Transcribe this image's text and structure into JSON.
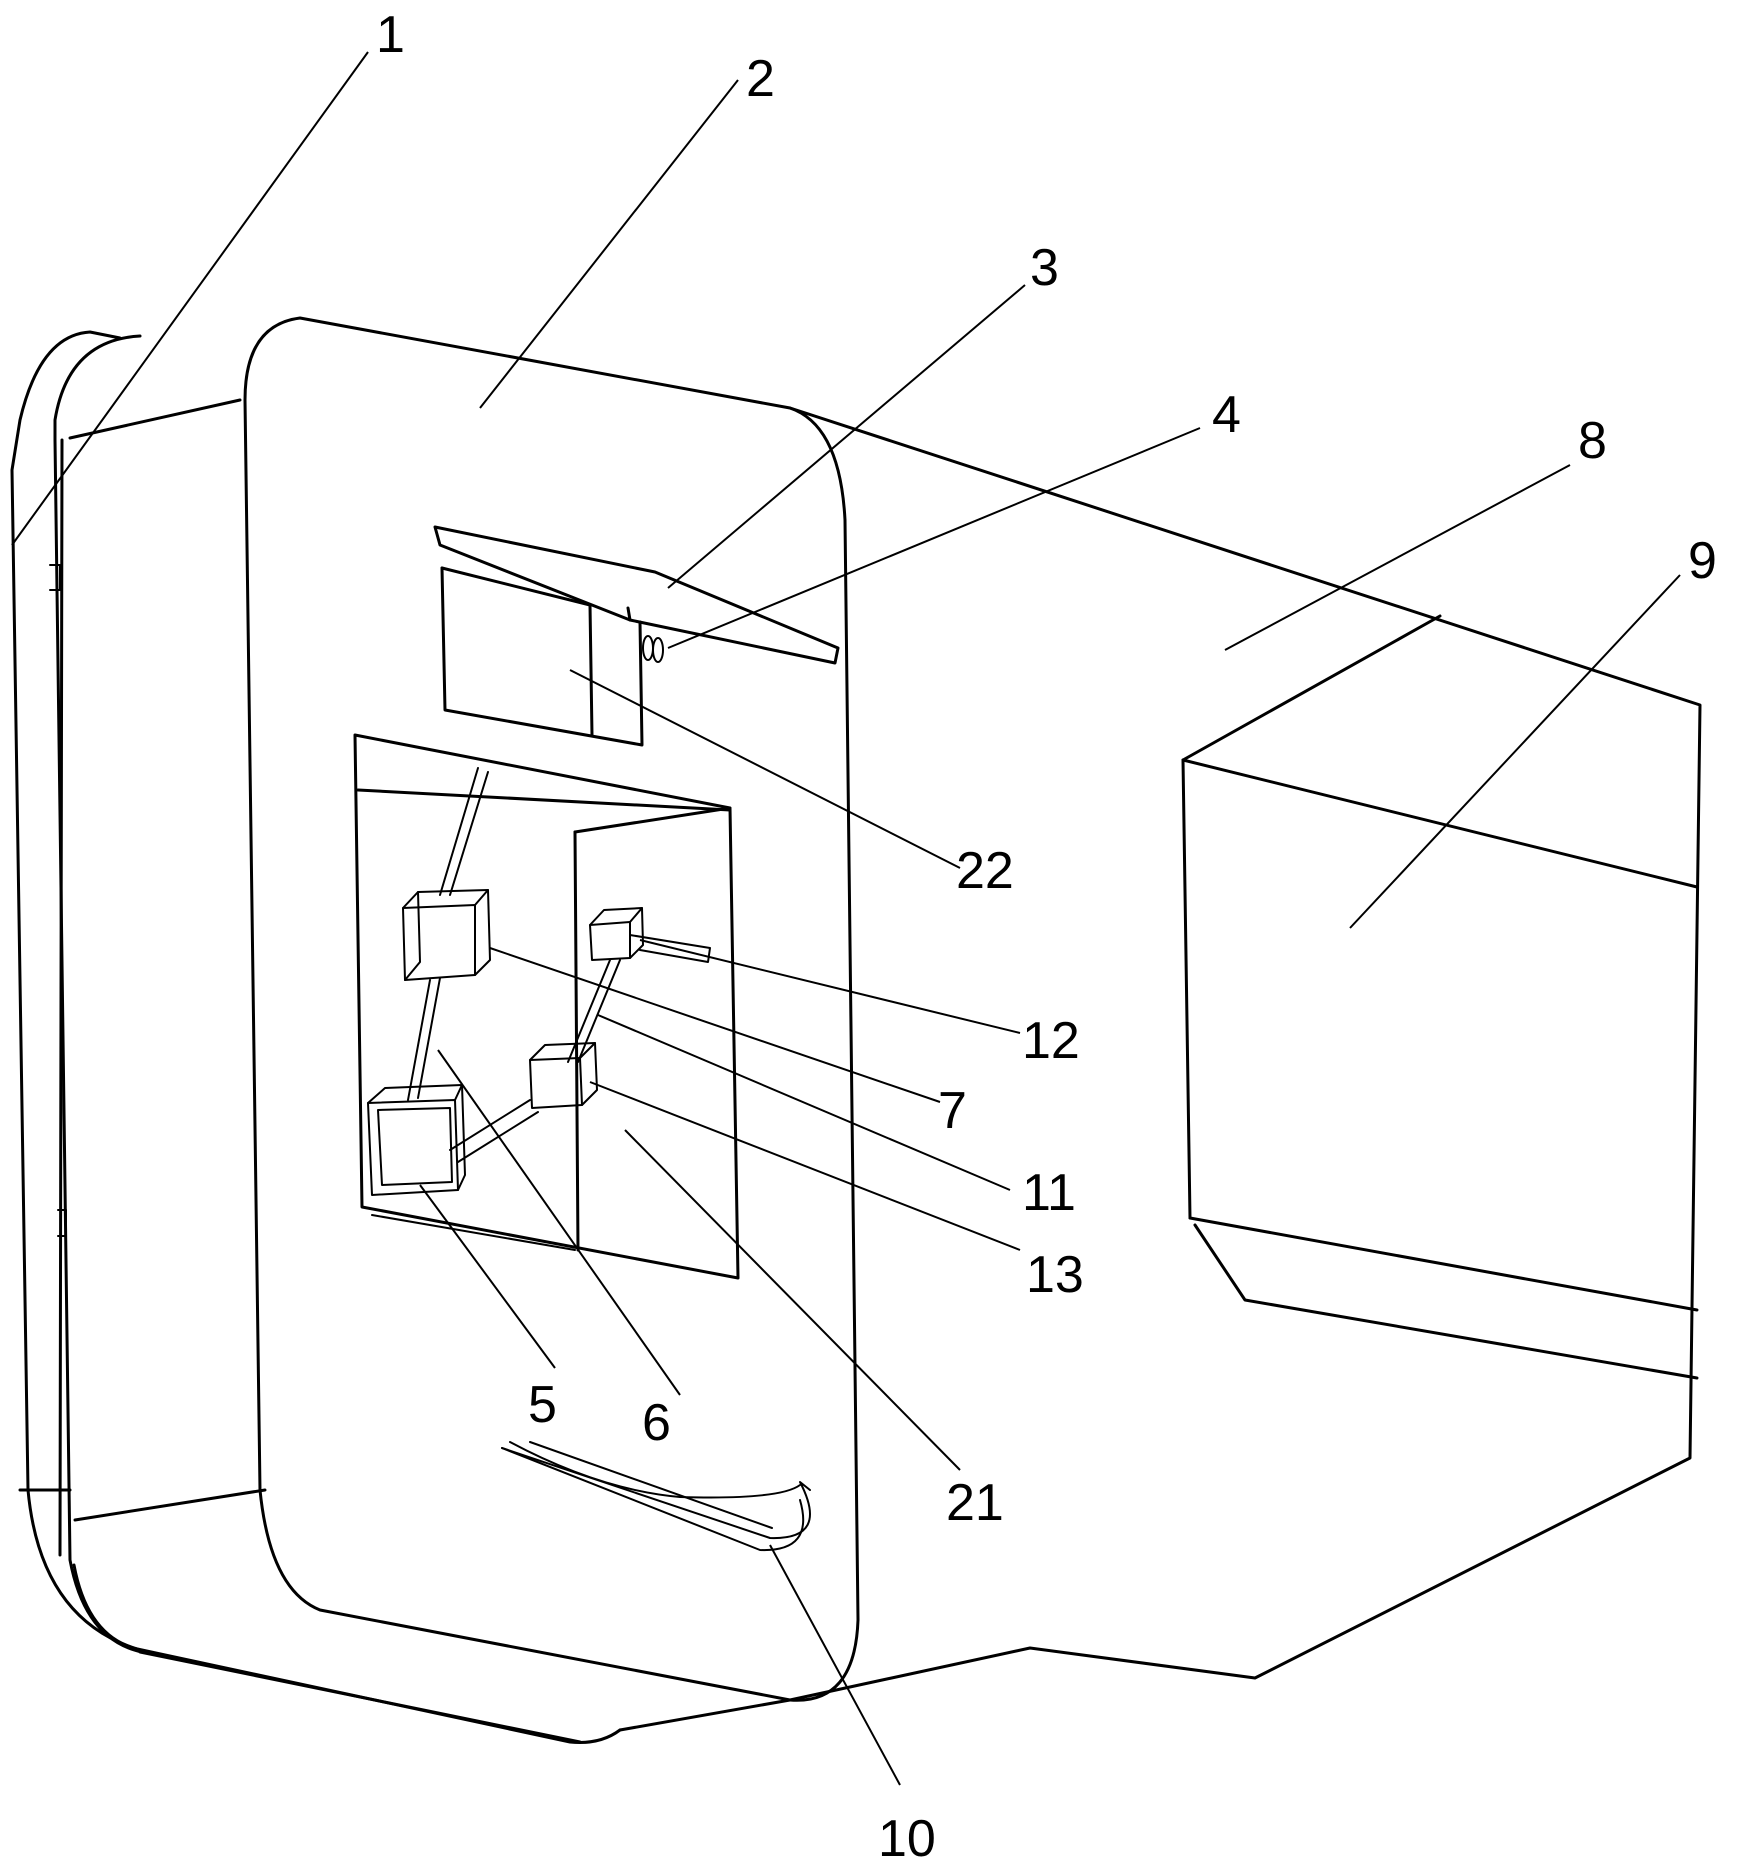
{
  "labels": {
    "l1": "1",
    "l2": "2",
    "l3": "3",
    "l4": "4",
    "l5": "5",
    "l6": "6",
    "l7": "7",
    "l8": "8",
    "l9": "9",
    "l10": "10",
    "l11": "11",
    "l12": "12",
    "l13": "13",
    "l21": "21",
    "l22": "22"
  }
}
